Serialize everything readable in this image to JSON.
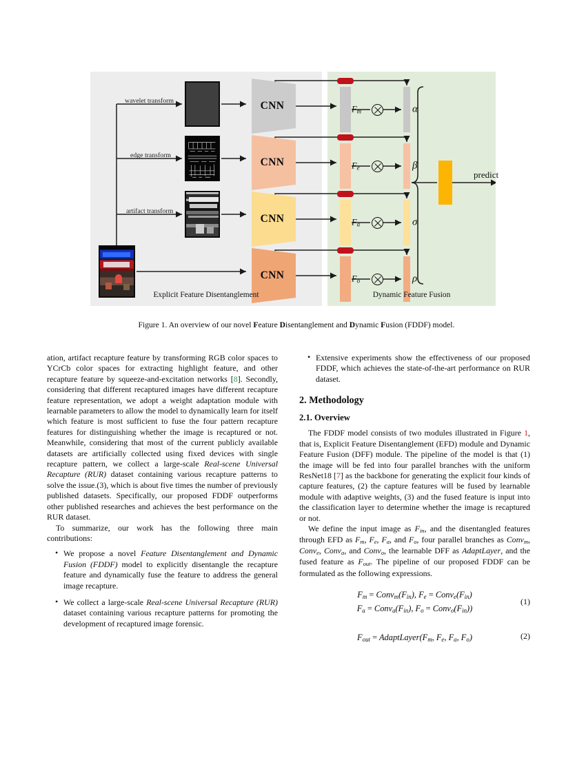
{
  "figure": {
    "panels": {
      "efd_caption": "Explicit Feature Disentanglement",
      "dff_caption": "Dynamic Feature Fusion"
    },
    "transform_labels": {
      "wavelet": "wavelet transform",
      "edge": "edge transform",
      "artifact": "artifact transform"
    },
    "branches": [
      {
        "cnn": "CNN",
        "feature": "F",
        "feature_sub": "m",
        "weight": "α",
        "color": "#cccccc"
      },
      {
        "cnn": "CNN",
        "feature": "F",
        "feature_sub": "e",
        "weight": "β",
        "color": "#f5c0a0"
      },
      {
        "cnn": "CNN",
        "feature": "F",
        "feature_sub": "a",
        "weight": "σ",
        "color": "#fcdc8e"
      },
      {
        "cnn": "CNN",
        "feature": "F",
        "feature_sub": "o",
        "weight": "ρ",
        "color": "#f0a575"
      }
    ],
    "predict_label": "predict",
    "colors": {
      "efd_panel": "#ededed",
      "dff_panel": "#e2ecdb",
      "red_block": "#c1121a",
      "predict_block": "#fcb503"
    },
    "caption_prefix": "Figure 1. An overview of our novel ",
    "caption_f1": "F",
    "caption_w1": "eature ",
    "caption_d1": "D",
    "caption_w2": "isentanglement and ",
    "caption_d2": "D",
    "caption_w3": "ynamic ",
    "caption_f2": "F",
    "caption_w4": "usion (FDDF) model."
  },
  "left_column": {
    "para1_a": "ation, artifact recapture feature by transforming RGB color spaces to YCrCb color spaces for extracting highlight feature, and other recapture feature by squeeze-and-excitation networks [",
    "para1_cite": "8",
    "para1_b": "]. Secondly, considering that different recaptured images have different recapture feature representation, we adopt a weight adaptation module with learnable parameters to allow the model to dynamically learn for itself which feature is most sufficient to fuse the four pattern recapture features for distinguishing whether the image is recaptured or not. Meanwhile, considering that most of the current publicly available datasets are artificially collected using fixed devices with single recapture pattern, we collect a large-scale ",
    "para1_italic": "Real-scene Universal Recapture (RUR)",
    "para1_c": " dataset containing various recapture patterns to solve the issue.(3), which is about five times the number of previously published datasets. Specifically, our proposed FDDF outperforms other published researches and achieves the best performance on the RUR dataset.",
    "para2": "To summarize, our work has the following three main contributions:",
    "bullet1_a": "We propose a novel ",
    "bullet1_italic": "Feature Disentanglement and Dynamic Fusion (FDDF)",
    "bullet1_b": " model to explicitly disentangle the recapture feature and dynamically fuse the feature to address the general image recapture.",
    "bullet2_a": "We collect a large-scale ",
    "bullet2_italic": "Real-scene Universal Recapture (RUR)",
    "bullet2_b": " dataset containing various recapture patterns for promoting the development of recaptured image forensic."
  },
  "right_column": {
    "bullet3": "Extensive experiments show the effectiveness of our proposed FDDF, which achieves the state-of-the-art performance on RUR dataset.",
    "section_title": "2. Methodology",
    "subsection_title": "2.1. Overview",
    "para1_a": "The FDDF model consists of two modules illustrated in Figure ",
    "para1_cite1": "1",
    "para1_b": ", that is, Explicit Feature Disentanglement (EFD) module and Dynamic Feature Fusion (DFF) module. The pipeline of the model is that (1) the image will be fed into four parallel branches with the uniform ResNet18 [",
    "para1_cite2": "7",
    "para1_c": "] as the backbone for generating the explicit four kinds of capture features, (2) the capture features will be fused by learnable module with adaptive weights, (3) and the fused feature is input into the classification layer to determine whether the image is recaptured or not.",
    "para2_a": "We define the input image as ",
    "para2_b": ", and the disentangled features through EFD as ",
    "para2_c": ", four parallel branches as ",
    "para2_d": ", the learnable DFF as ",
    "para2_e": ", and the fused feature as ",
    "para2_f": ". The pipeline of our proposed FDDF can be formulated as the following expressions.",
    "math": {
      "f_in": "Fin",
      "f_m": "Fm",
      "f_e": "Fe",
      "f_a": "Fa",
      "f_o": "Fo",
      "conv_m": "Convm",
      "conv_e": "Conve",
      "conv_a": "Conva",
      "conv_o": "Convo",
      "adapt_layer": "AdaptLayer",
      "f_out": "Fout"
    },
    "equations": [
      {
        "number": "(1)",
        "line1": "Fm = Convm(Fin), Fe = Conve(Fin)",
        "line2": "Fa = Conva(Fin), Fo = Convo(Fin))"
      },
      {
        "number": "(2)",
        "line1": "Fout = AdaptLayer(Fm, Fe, Fa, Fo)"
      }
    ]
  }
}
